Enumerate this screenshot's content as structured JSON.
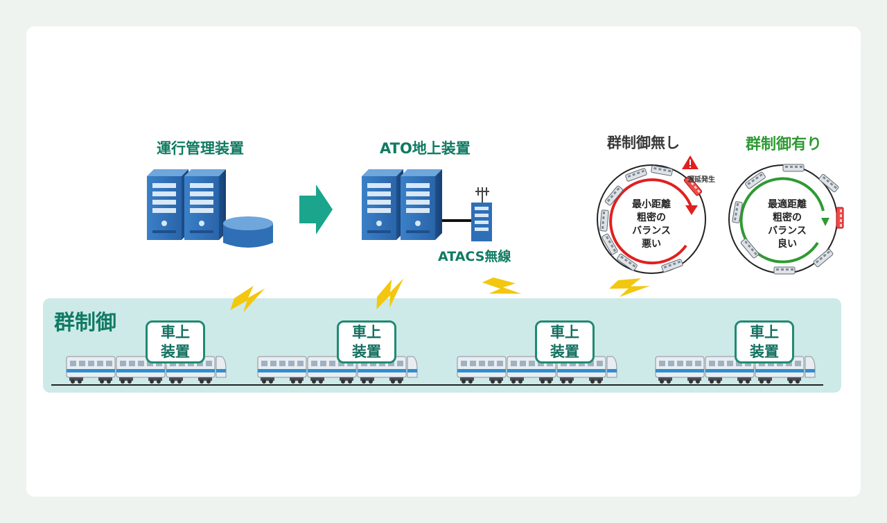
{
  "diagram": {
    "operation_mgmt_label": "運行管理装置",
    "ato_ground_label": "ATO地上装置",
    "atacs_radio_label": "ATACS無線",
    "group_control_label": "群制御",
    "without_group_control": {
      "title": "群制御無し",
      "ring_lines": [
        "最小距離",
        "粗密の",
        "バランス",
        "悪い"
      ],
      "delay_label": "遅延発生"
    },
    "with_group_control": {
      "title": "群制御有り",
      "ring_lines": [
        "最適距離",
        "粗密の",
        "バランス",
        "良い"
      ]
    },
    "onboard_unit_lines": [
      "車上",
      "装置"
    ],
    "colors": {
      "server_blue": "#2e6fb6",
      "arrow_teal": "#1aa58c",
      "lightning_yellow": "#f2c70f",
      "band_bg": "#cdeae8",
      "bad_red": "#e02020",
      "good_green": "#2e9a32"
    }
  }
}
